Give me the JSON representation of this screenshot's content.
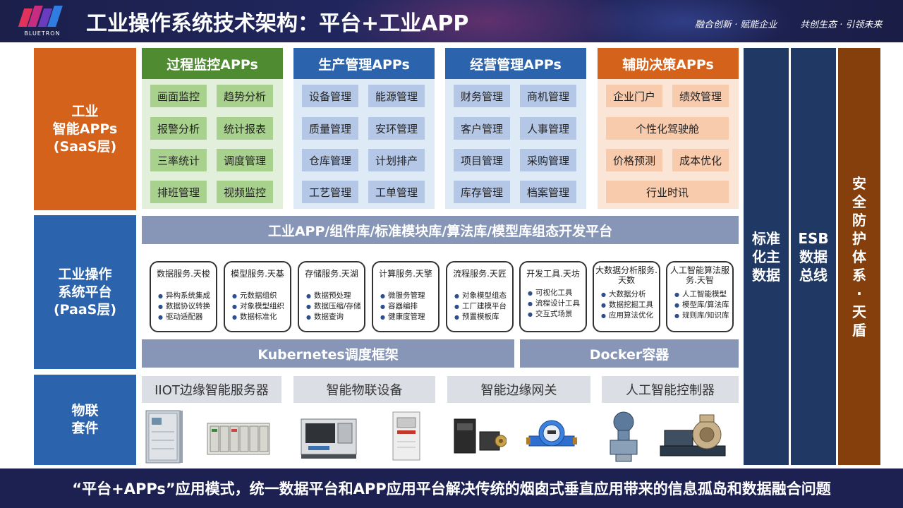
{
  "header": {
    "logo_text": "BLUETRON",
    "title": "工业操作系统技术架构：平台+工业APP",
    "slogan_1": "融合创新 · 赋能企业",
    "slogan_2": "共创生态 · 引领未来"
  },
  "layers": {
    "saas": [
      "工业",
      "智能APPs",
      "(SaaS层)"
    ],
    "paas": [
      "工业操作",
      "系统平台",
      "(PaaS层)"
    ],
    "iot": [
      "物联",
      "套件"
    ]
  },
  "colors": {
    "saas": "#d4621b",
    "paas": "#2c63ad",
    "iot": "#2c63ad",
    "process": "#4e8b31",
    "production": "#2c63ad",
    "business": "#2c63ad",
    "decision": "#d4621b",
    "std_data": "#1f3864",
    "esb": "#1f3864",
    "security": "#843f0c"
  },
  "app_groups": [
    {
      "title": "过程监控APPs",
      "items": [
        "画面监控",
        "趋势分析",
        "报警分析",
        "统计报表",
        "三率统计",
        "调度管理",
        "排班管理",
        "视频监控"
      ]
    },
    {
      "title": "生产管理APPs",
      "items": [
        "设备管理",
        "能源管理",
        "质量管理",
        "安环管理",
        "仓库管理",
        "计划排产",
        "工艺管理",
        "工单管理"
      ]
    },
    {
      "title": "经营管理APPs",
      "items": [
        "财务管理",
        "商机管理",
        "客户管理",
        "人事管理",
        "项目管理",
        "采购管理",
        "库存管理",
        "档案管理"
      ]
    },
    {
      "title": "辅助决策APPs",
      "items": [
        "企业门户",
        "绩效管理",
        "个性化驾驶舱",
        "价格预测",
        "成本优化",
        "行业时讯"
      ]
    }
  ],
  "paas": {
    "dev_platform": "工业APP/组件库/标准模块库/算法库/模型库组态开发平台",
    "services": [
      {
        "title": "数据服务.天梭",
        "items": [
          "异构系统集成",
          "数据协议转换",
          "驱动适配器"
        ]
      },
      {
        "title": "模型服务.天基",
        "items": [
          "元数据组织",
          "对象模型组织",
          "数据标准化"
        ]
      },
      {
        "title": "存储服务.天湖",
        "items": [
          "数据预处理",
          "数据压缩/存储",
          "数据查询"
        ]
      },
      {
        "title": "计算服务.天擎",
        "items": [
          "微服务管理",
          "容器编排",
          "健康度管理"
        ]
      },
      {
        "title": "流程服务.天匠",
        "items": [
          "对象模型组态",
          "工厂建模平台",
          "预置模板库"
        ]
      },
      {
        "title": "开发工具.天坊",
        "items": [
          "可视化工具",
          "流程设计工具",
          "交互式场景"
        ]
      },
      {
        "title": "大数据分析服务.天数",
        "items": [
          "大数据分析",
          "数据挖掘工具",
          "应用算法优化"
        ]
      },
      {
        "title": "人工智能算法服务.天智",
        "items": [
          "人工智能模型",
          "模型库/算法库",
          "规则库/知识库"
        ]
      }
    ],
    "k8s": "Kubernetes调度框架",
    "docker": "Docker容器"
  },
  "iot": {
    "categories": [
      "IIOT边缘智能服务器",
      "智能物联设备",
      "智能边缘网关",
      "人工智能控制器"
    ],
    "devices": [
      "cabinet-device",
      "plc-modules-device",
      "cnc-machine-device",
      "inverter-device",
      "servo-motor-device",
      "water-meter-device",
      "transmitter-device",
      "pump-device"
    ]
  },
  "columns": {
    "std_data": [
      "标准",
      "化主",
      "数据"
    ],
    "esb": [
      "ESB",
      "数据",
      "总线"
    ],
    "security": [
      "安",
      "全",
      "防",
      "护",
      "体",
      "系",
      "·",
      "天",
      "盾"
    ]
  },
  "footer": "“平台+APPs”应用模式，统一数据平台和APP应用平台解决传统的烟囱式垂直应用带来的信息孤岛和数据融合问题"
}
